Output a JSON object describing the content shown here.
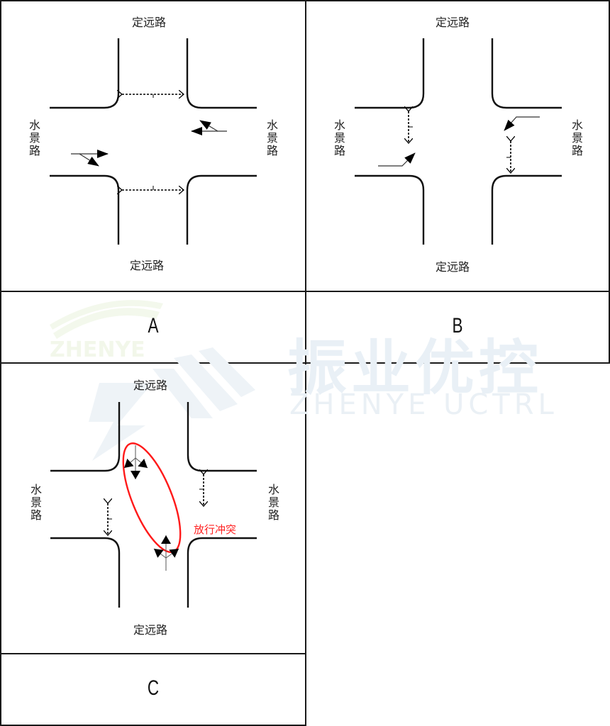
{
  "panels": [
    {
      "id": "A",
      "caption": "A",
      "labels": {
        "north": "定远路",
        "south": "定远路",
        "west": "水景路",
        "east": "水景路"
      },
      "description": "East-west through+right-turn vehicles with north/south pedestrian crossings"
    },
    {
      "id": "B",
      "caption": "B",
      "labels": {
        "north": "定远路",
        "south": "定远路",
        "west": "水景路",
        "east": "水景路"
      },
      "description": "East-west left-turn vehicles with east/west pedestrian crossings"
    },
    {
      "id": "C",
      "caption": "C",
      "labels": {
        "north": "定远路",
        "south": "定远路",
        "west": "水景路",
        "east": "水景路"
      },
      "annotation": "放行冲突",
      "description": "North-south all-direction release with east/west pedestrian crossings; highlighted conflict"
    }
  ],
  "colors": {
    "road_line": "#111111",
    "arrow": "#000000",
    "conflict": "#ff2020",
    "border": "#1a1a1a"
  },
  "watermark": {
    "cn": "振业优控",
    "en": "ZHENYE UCTRL",
    "logo_text": "ZHENYE"
  }
}
